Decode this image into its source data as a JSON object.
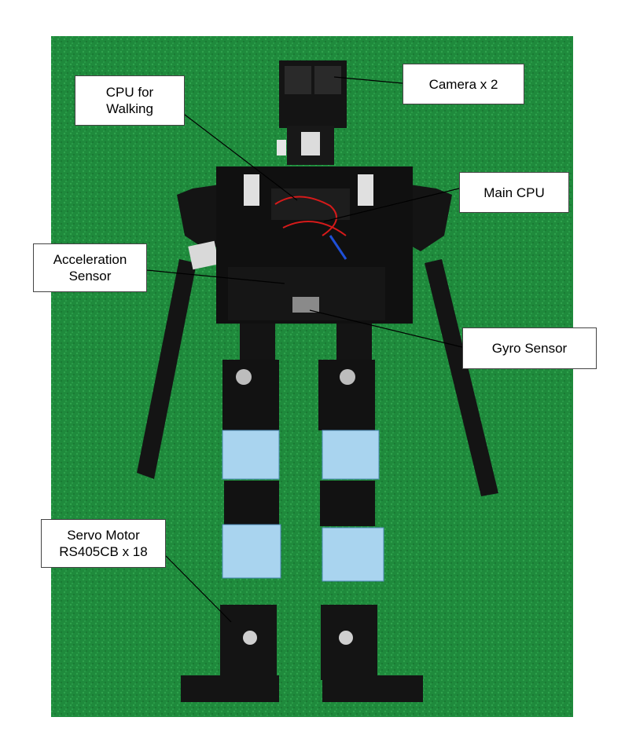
{
  "labels": {
    "camera": "Camera x 2",
    "cpu_walking": [
      "CPU for",
      "Walking"
    ],
    "main_cpu": "Main CPU",
    "acceleration_sensor": [
      "Acceleration",
      "Sensor"
    ],
    "gyro_sensor": "Gyro Sensor",
    "servo_motor": [
      "Servo Motor",
      "RS405CB x 18"
    ]
  },
  "colors": {
    "turf": "#1f8a3c",
    "robot_body": "#141414",
    "blue_panel": "#a9d4ef",
    "label_border": "#444444"
  }
}
